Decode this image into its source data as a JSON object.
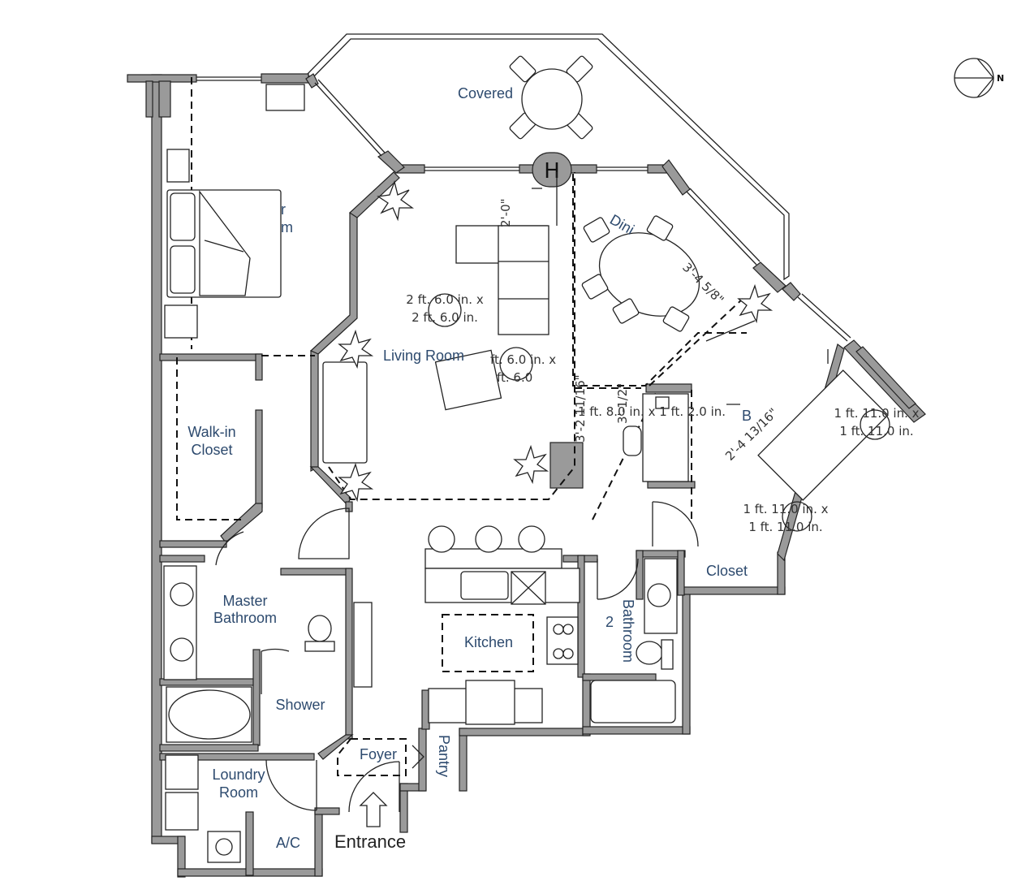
{
  "rooms": {
    "covered": "Covered",
    "master_bedroom_line1": "r",
    "master_bedroom_line2": "m",
    "living_room": "Living Room",
    "dining": "Dini",
    "walk_in_closet_line1": "Walk-in",
    "walk_in_closet_line2": "Closet",
    "master_bathroom_line1": "Master",
    "master_bathroom_line2": "Bathroom",
    "shower": "Shower",
    "kitchen": "Kitchen",
    "bathroom2_line1": "Bathroom",
    "bathroom2_line2": "2",
    "closet": "Closet",
    "laundry_line1": "Loundry",
    "laundry_line2": "Room",
    "foyer": "Foyer",
    "pantry": "Pantry",
    "ac": "A/C",
    "entrance": "Entrance",
    "bedroom2_fragment": "B"
  },
  "dimensions": {
    "living_a_line1": "2 ft. 6.0 in. x",
    "living_a_line2": "2 ft. 6.0 in.",
    "living_b_line1": "ft. 6.0 in. x",
    "living_b_line2": "ft. 6.0",
    "desk_dim": "1 ft. 8.0 in. x 1 ft. 2.0 in.",
    "bed2_line1": "1 ft. 11.0 in. x",
    "bed2_line2": "1 ft. 11.0 in.",
    "closet_line1": "1 ft. 11.0 in. x",
    "closet_line2": "1 ft. 11.0 in.",
    "vert_a": "2'-0\"",
    "vert_b": "3'-2 11/16\"",
    "vert_c": "3'-1/2\"",
    "diag_dining": "3'-4 5/8\"",
    "diag_bed2": "2'-4 13/16\""
  },
  "compass": {
    "label": "N"
  }
}
